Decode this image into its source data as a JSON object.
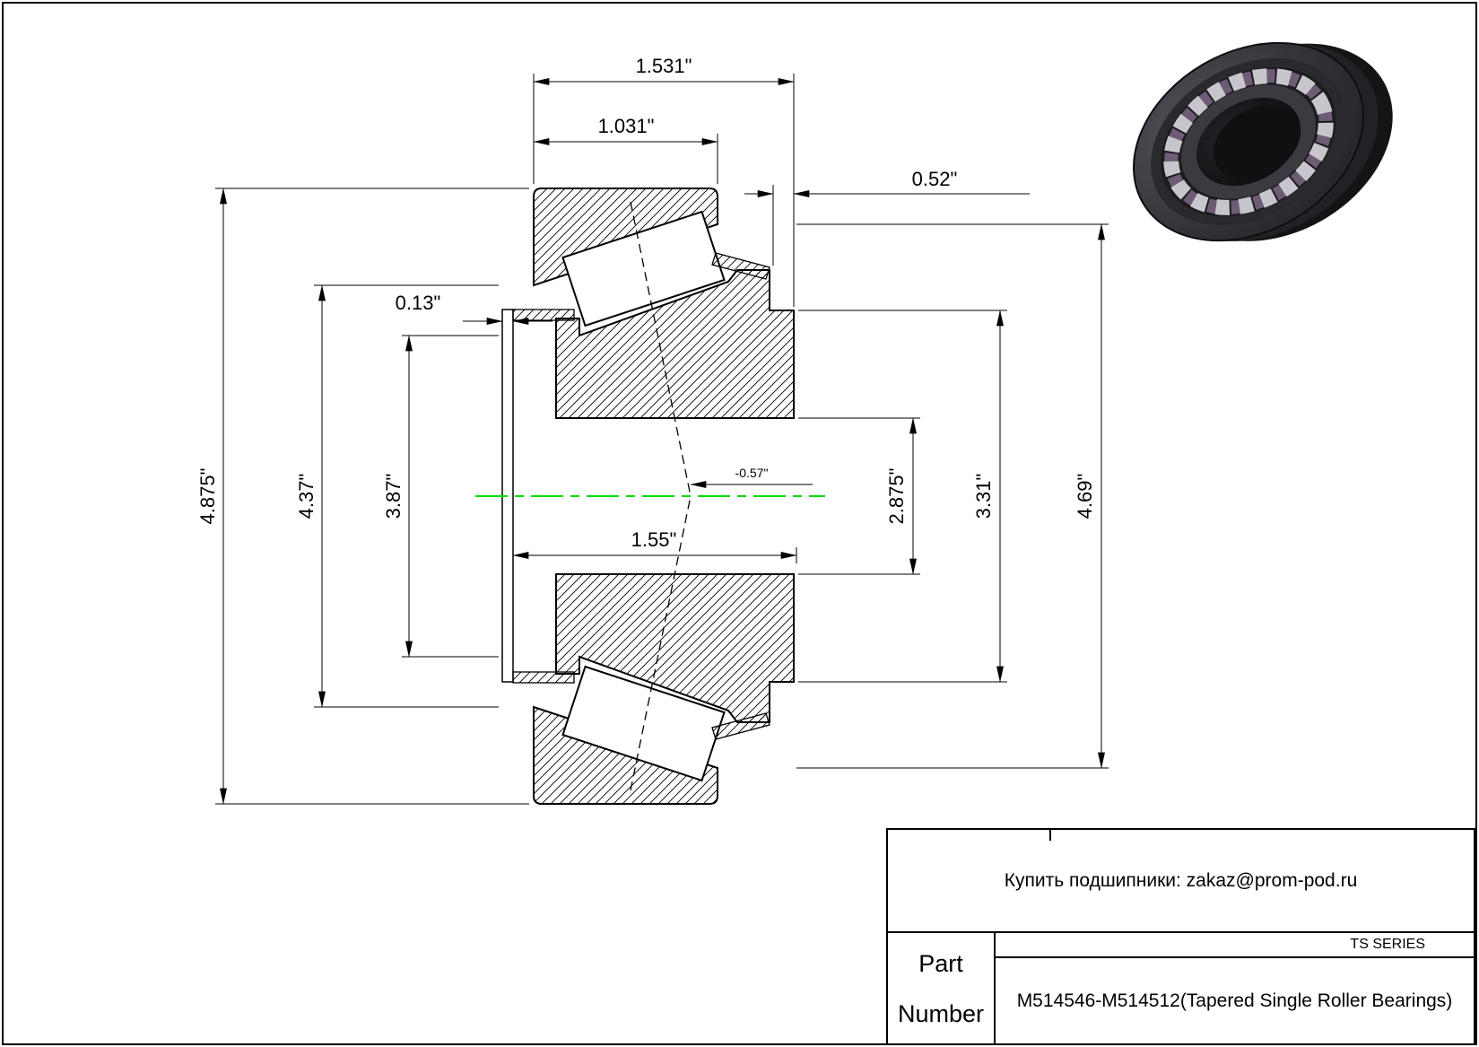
{
  "drawing": {
    "centerline_color": "#00dd00",
    "dims": {
      "overall_width": "1.531\"",
      "cup_width": "1.031\"",
      "back_width": "0.52\"",
      "standout": "0.13\"",
      "outer_diameter": "4.875\"",
      "mid_diameter_1": "4.37\"",
      "mid_diameter_2": "3.87\"",
      "cone_length": "1.55\"",
      "load_center": "-0.57\"",
      "bore_diameter": "2.875\"",
      "rib_diameter": "3.31\"",
      "outer_diameter_2": "4.69\""
    }
  },
  "title_block": {
    "contact": "Купить подшипники: zakaz@prom-pod.ru",
    "series": "TS SERIES",
    "part_label_line1": "Part",
    "part_label_line2": "Number",
    "part_number": "M514546-M514512(Tapered Single Roller Bearings)"
  }
}
